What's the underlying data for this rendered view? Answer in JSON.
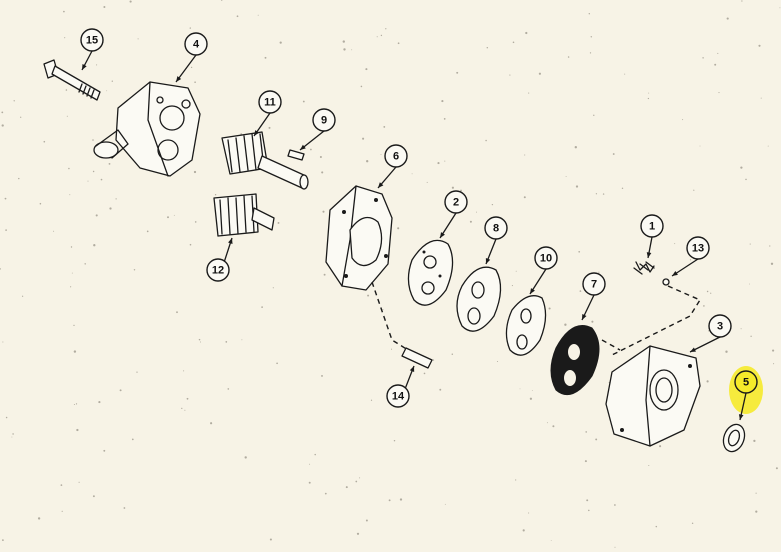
{
  "callouts": [
    {
      "id": "c15",
      "label": "15"
    },
    {
      "id": "c4",
      "label": "4"
    },
    {
      "id": "c11",
      "label": "11"
    },
    {
      "id": "c9",
      "label": "9"
    },
    {
      "id": "c6",
      "label": "6"
    },
    {
      "id": "c2",
      "label": "2"
    },
    {
      "id": "c8",
      "label": "8"
    },
    {
      "id": "c10",
      "label": "10"
    },
    {
      "id": "c12",
      "label": "12"
    },
    {
      "id": "c14",
      "label": "14"
    },
    {
      "id": "c7",
      "label": "7"
    },
    {
      "id": "c1",
      "label": "1"
    },
    {
      "id": "c13",
      "label": "13"
    },
    {
      "id": "c3",
      "label": "3"
    },
    {
      "id": "c5",
      "label": "5"
    }
  ],
  "highlight": {
    "callout": "5",
    "color": "#f5ea2a"
  },
  "colors": {
    "background": "#f7f3e6",
    "ink": "#1a1a1a"
  }
}
